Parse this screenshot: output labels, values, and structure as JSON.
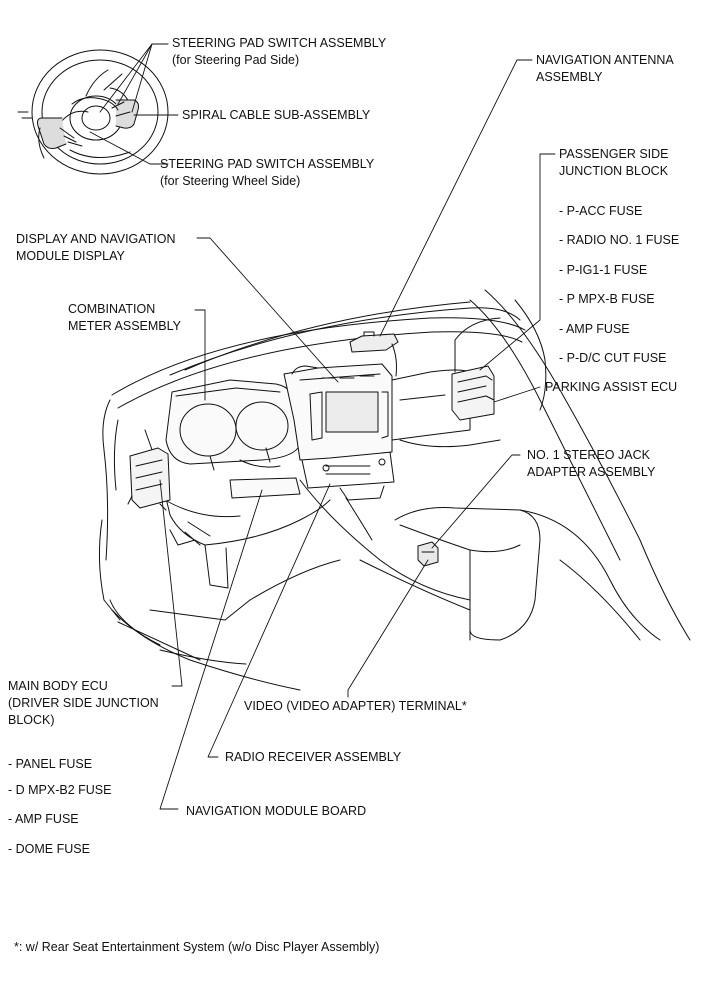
{
  "labels": {
    "steering_pad_switch_pad": [
      "STEERING PAD SWITCH ASSEMBLY",
      "(for Steering Pad Side)"
    ],
    "spiral_cable": [
      "SPIRAL CABLE SUB-ASSEMBLY"
    ],
    "steering_pad_switch_wheel": [
      "STEERING PAD SWITCH ASSEMBLY",
      "(for Steering Wheel Side)"
    ],
    "navigation_antenna": [
      "NAVIGATION ANTENNA",
      "ASSEMBLY"
    ],
    "passenger_junction_block": [
      "PASSENGER SIDE",
      "JUNCTION BLOCK"
    ],
    "display_navigation_module": [
      "DISPLAY AND NAVIGATION",
      "MODULE DISPLAY"
    ],
    "combination_meter": [
      "COMBINATION",
      "METER ASSEMBLY"
    ],
    "parking_assist_ecu": [
      "PARKING ASSIST ECU"
    ],
    "stereo_jack_adapter": [
      "NO. 1 STEREO JACK",
      "ADAPTER ASSEMBLY"
    ],
    "main_body_ecu": [
      "MAIN BODY ECU",
      "(DRIVER SIDE JUNCTION",
      "BLOCK)"
    ],
    "video_terminal": [
      "VIDEO (VIDEO ADAPTER) TERMINAL*"
    ],
    "radio_receiver": [
      "RADIO RECEIVER ASSEMBLY"
    ],
    "navigation_module_board": [
      "NAVIGATION MODULE BOARD"
    ]
  },
  "passenger_fuses": [
    "- P-ACC FUSE",
    "- RADIO NO. 1 FUSE",
    "- P-IG1-1 FUSE",
    "- P MPX-B FUSE",
    "- AMP FUSE",
    "- P-D/C CUT FUSE"
  ],
  "driver_fuses": [
    "- PANEL FUSE",
    "- D MPX-B2 FUSE",
    "- AMP FUSE",
    "- DOME FUSE"
  ],
  "footnote": "*:  w/ Rear Seat Entertainment System (w/o Disc Player Assembly)"
}
